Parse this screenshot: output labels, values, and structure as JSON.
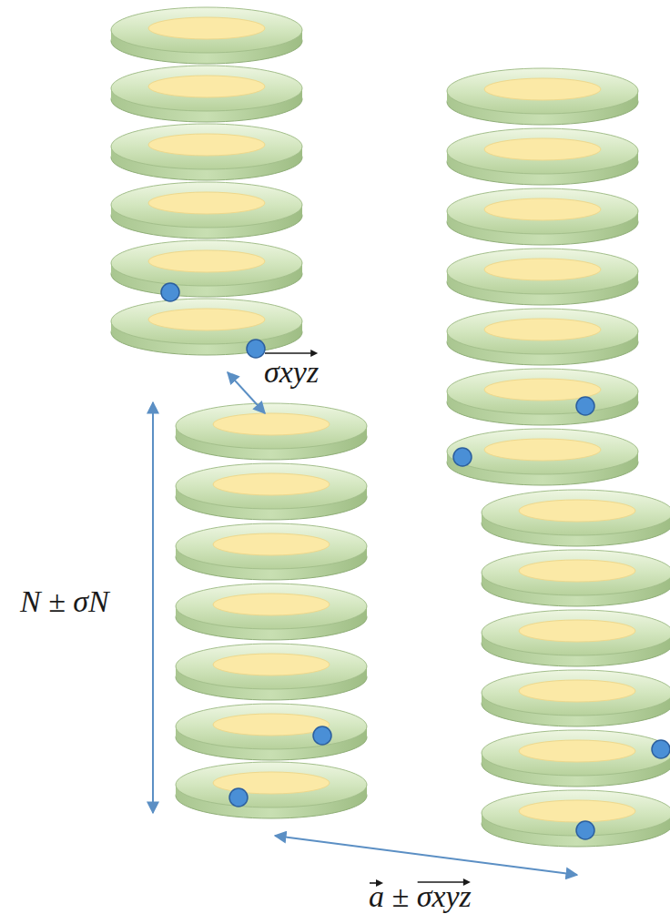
{
  "diagram": {
    "labels": [
      "σxyz",
      "N ± σN",
      "a ± σxyz"
    ]
  }
}
